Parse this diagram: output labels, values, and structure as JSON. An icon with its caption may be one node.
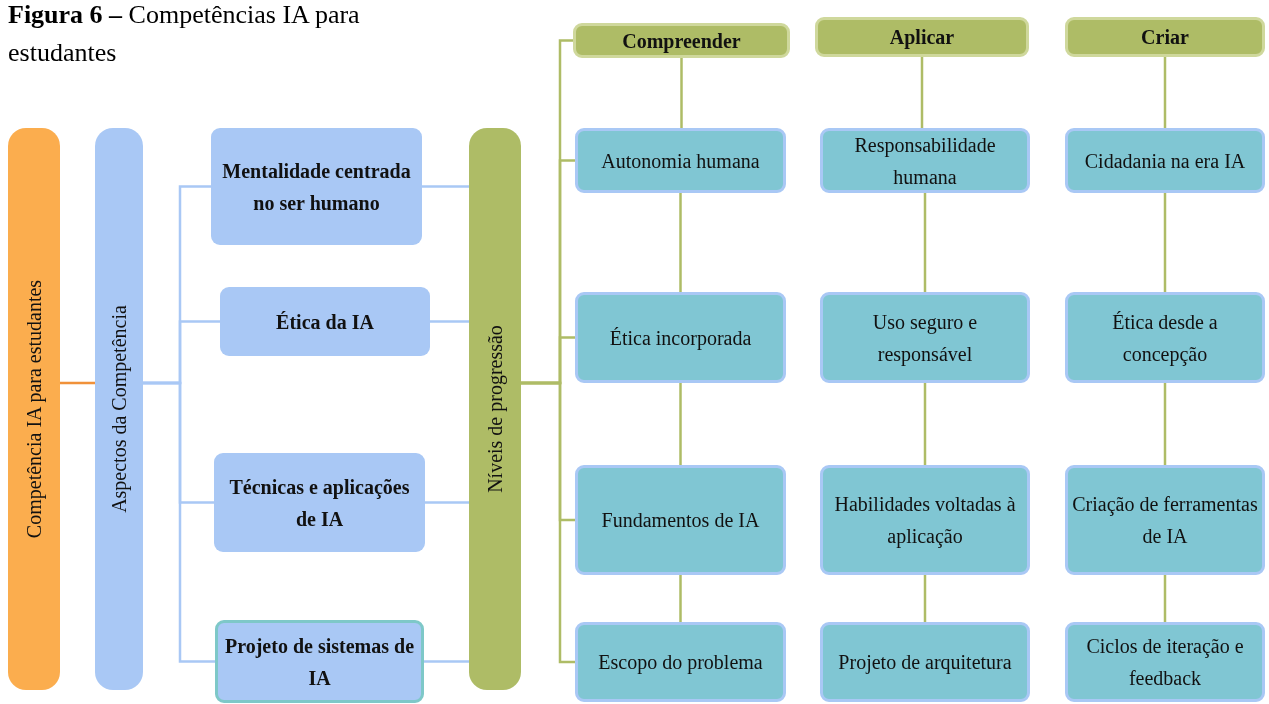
{
  "diagram": {
    "title": "**Figura 6 –** Competências IA para estudantes",
    "nodes": [
      {
        "text": [
          "Competência IA para estudantes"
        ]
      },
      {
        "text": [
          "Aspectos da Competência"
        ]
      },
      {
        "text": [
          "Mentalidade centrada no ser humano"
        ]
      },
      {
        "text": [
          "Ética da IA"
        ]
      },
      {
        "text": [
          "Técnicas e aplicações de IA"
        ]
      },
      {
        "text": [
          "Projeto de sistemas de IA"
        ]
      },
      {
        "text": [
          "Níveis de progressão"
        ]
      },
      {
        "text": [
          "Compreender"
        ]
      },
      {
        "text": [
          "Aplicar"
        ]
      },
      {
        "text": [
          "Criar"
        ]
      },
      {
        "text": [
          "Autonomia humana"
        ]
      },
      {
        "text": [
          "Responsabilidade humana"
        ]
      },
      {
        "text": [
          "Cidadania na era IA"
        ]
      },
      {
        "text": [
          "Ética incorporada"
        ]
      },
      {
        "text": [
          "Uso seguro e responsável"
        ]
      },
      {
        "text": [
          "Ética desde a concepção"
        ]
      },
      {
        "text": [
          "Fundamentos de IA"
        ]
      },
      {
        "text": [
          "Habilidades voltadas à aplicação"
        ]
      },
      {
        "text": [
          "Criação de ferramentas de IA"
        ]
      },
      {
        "text": [
          "Escopo do problema"
        ]
      },
      {
        "text": [
          "Projeto de arquitetura"
        ]
      },
      {
        "text": [
          "Ciclos de iteração e feedback"
        ]
      }
    ],
    "edges": [
      {
        "from": 0,
        "to": 1,
        "arrow": "none",
        "color": "#f0913a"
      },
      {
        "from": 1,
        "to": 2,
        "arrow": "none",
        "color": "#a9c8f5"
      },
      {
        "from": 1,
        "to": 3,
        "arrow": "none",
        "color": "#a9c8f5"
      },
      {
        "from": 1,
        "to": 4,
        "arrow": "none",
        "color": "#a9c8f5"
      },
      {
        "from": 1,
        "to": 5,
        "arrow": "none",
        "color": "#a9c8f5"
      },
      {
        "from": 2,
        "to": 6,
        "arrow": "none",
        "color": "#a9c8f5"
      },
      {
        "from": 3,
        "to": 6,
        "arrow": "none",
        "color": "#a9c8f5"
      },
      {
        "from": 4,
        "to": 6,
        "arrow": "none",
        "color": "#a9c8f5"
      },
      {
        "from": 5,
        "to": 6,
        "arrow": "none",
        "color": "#a9c8f5"
      },
      {
        "from": 6,
        "to": 7,
        "arrow": "none"
      },
      {
        "from": 6,
        "to": 10,
        "arrow": "none"
      },
      {
        "from": 6,
        "to": 13,
        "arrow": "none"
      },
      {
        "from": 6,
        "to": 16,
        "arrow": "none"
      },
      {
        "from": 6,
        "to": 19,
        "arrow": "none"
      },
      {
        "from": 7,
        "to": 10,
        "arrow": "none"
      },
      {
        "from": 10,
        "to": 13,
        "arrow": "none"
      },
      {
        "from": 13,
        "to": 16,
        "arrow": "none"
      },
      {
        "from": 16,
        "to": 19,
        "arrow": "none"
      },
      {
        "from": 8,
        "to": 11,
        "arrow": "none"
      },
      {
        "from": 11,
        "to": 14,
        "arrow": "none"
      },
      {
        "from": 14,
        "to": 17,
        "arrow": "none"
      },
      {
        "from": 17,
        "to": 20,
        "arrow": "none"
      },
      {
        "from": 9,
        "to": 12,
        "arrow": "none"
      },
      {
        "from": 12,
        "to": 15,
        "arrow": "none"
      },
      {
        "from": 15,
        "to": 18,
        "arrow": "none"
      },
      {
        "from": 18,
        "to": 21,
        "arrow": "none"
      }
    ]
  }
}
